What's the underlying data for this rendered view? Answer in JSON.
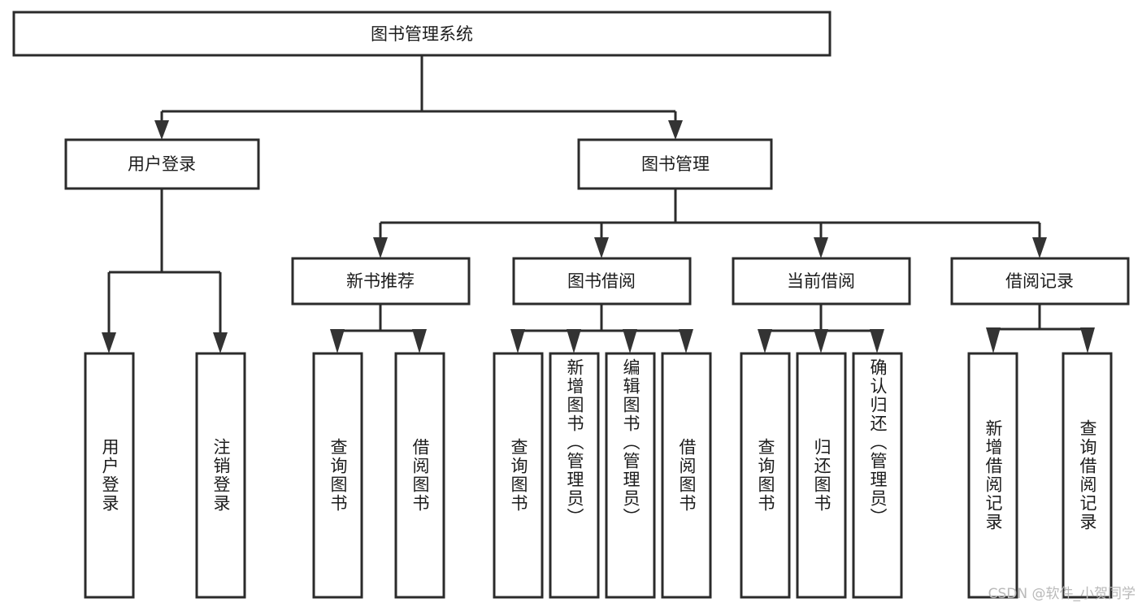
{
  "diagram": {
    "title": "图书管理系统",
    "type": "hierarchy-tree",
    "watermark": "CSDN @软件_小贺同学",
    "colors": {
      "background": "#ffffff",
      "box_stroke": "#2b2b2b",
      "box_fill": "#ffffff",
      "connector": "#2b2b2b",
      "arrow": "#333333",
      "text": "#1c1c1c",
      "watermark": "#b9b9b9"
    },
    "levels": {
      "root": {
        "label": "图书管理系统"
      },
      "level2": [
        {
          "label": "用户登录"
        },
        {
          "label": "图书管理"
        }
      ],
      "level3": [
        {
          "label": "新书推荐"
        },
        {
          "label": "图书借阅"
        },
        {
          "label": "当前借阅"
        },
        {
          "label": "借阅记录"
        }
      ],
      "leaves": {
        "user_login": [
          {
            "label": "用户登录"
          },
          {
            "label": "注销登录"
          }
        ],
        "new_book_recommend": [
          {
            "label": "查询图书"
          },
          {
            "label": "借阅图书"
          }
        ],
        "book_borrow": [
          {
            "label": "查询图书"
          },
          {
            "label": "新增图书（管理员）"
          },
          {
            "label": "编辑图书（管理员）"
          },
          {
            "label": "借阅图书"
          }
        ],
        "current_borrow": [
          {
            "label": "查询图书"
          },
          {
            "label": "归还图书"
          },
          {
            "label": "确认归还（管理员）"
          }
        ],
        "borrow_record": [
          {
            "label": "新增借阅记录"
          },
          {
            "label": "查询借阅记录"
          }
        ]
      }
    }
  }
}
